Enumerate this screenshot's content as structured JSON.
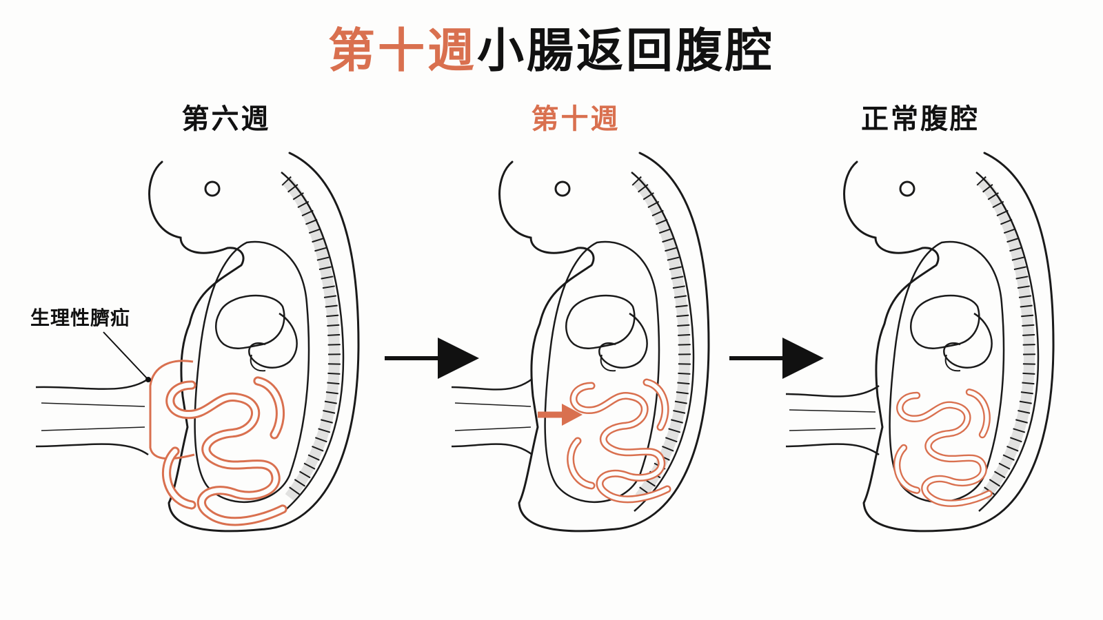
{
  "title": {
    "highlight": "第十週",
    "rest": "小腸返回腹腔"
  },
  "panels": [
    {
      "label": "第六週"
    },
    {
      "label": "第十週"
    },
    {
      "label": "正常腹腔"
    }
  ],
  "annotation": {
    "hernia": "生理性臍疝"
  },
  "colors": {
    "accent": "#d9704f",
    "line": "#1a1a1a",
    "background": "#fdfdfc"
  },
  "icons": [
    "arrow-right-icon",
    "arrow-right-icon",
    "accent-arrow-icon"
  ]
}
